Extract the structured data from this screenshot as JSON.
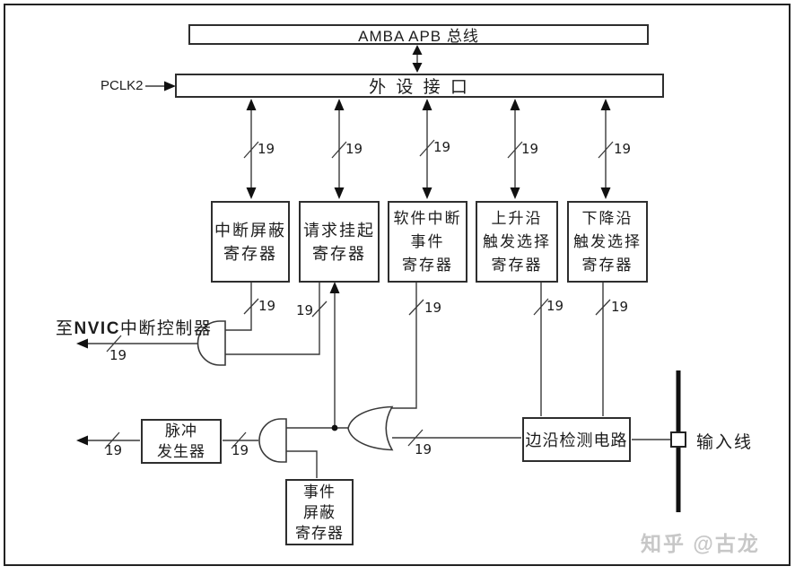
{
  "diagram": {
    "bus_box": {
      "label": "AMBA APB 总线"
    },
    "clock": {
      "label": "PCLK2"
    },
    "peripheral_box": {
      "label": "外 设 接 口"
    },
    "bus_width": "19",
    "registers": [
      {
        "label": "中断屏蔽\n寄存器"
      },
      {
        "label": "请求挂起\n寄存器"
      },
      {
        "label": "软件中断\n事件\n寄存器"
      },
      {
        "label": "上升沿\n触发选择\n寄存器"
      },
      {
        "label": "下降沿\n触发选择\n寄存器"
      }
    ],
    "nvic_output": {
      "prefix": "至",
      "bold": "NVIC",
      "suffix": "中断控制器"
    },
    "pulse_generator": {
      "label": "脉冲\n发生器"
    },
    "event_mask_register": {
      "label": "事件\n屏蔽\n寄存器"
    },
    "edge_detect": {
      "label": "边沿检测电路"
    },
    "input_line": {
      "label": "输入线"
    },
    "watermark": "知乎 @古龙"
  }
}
